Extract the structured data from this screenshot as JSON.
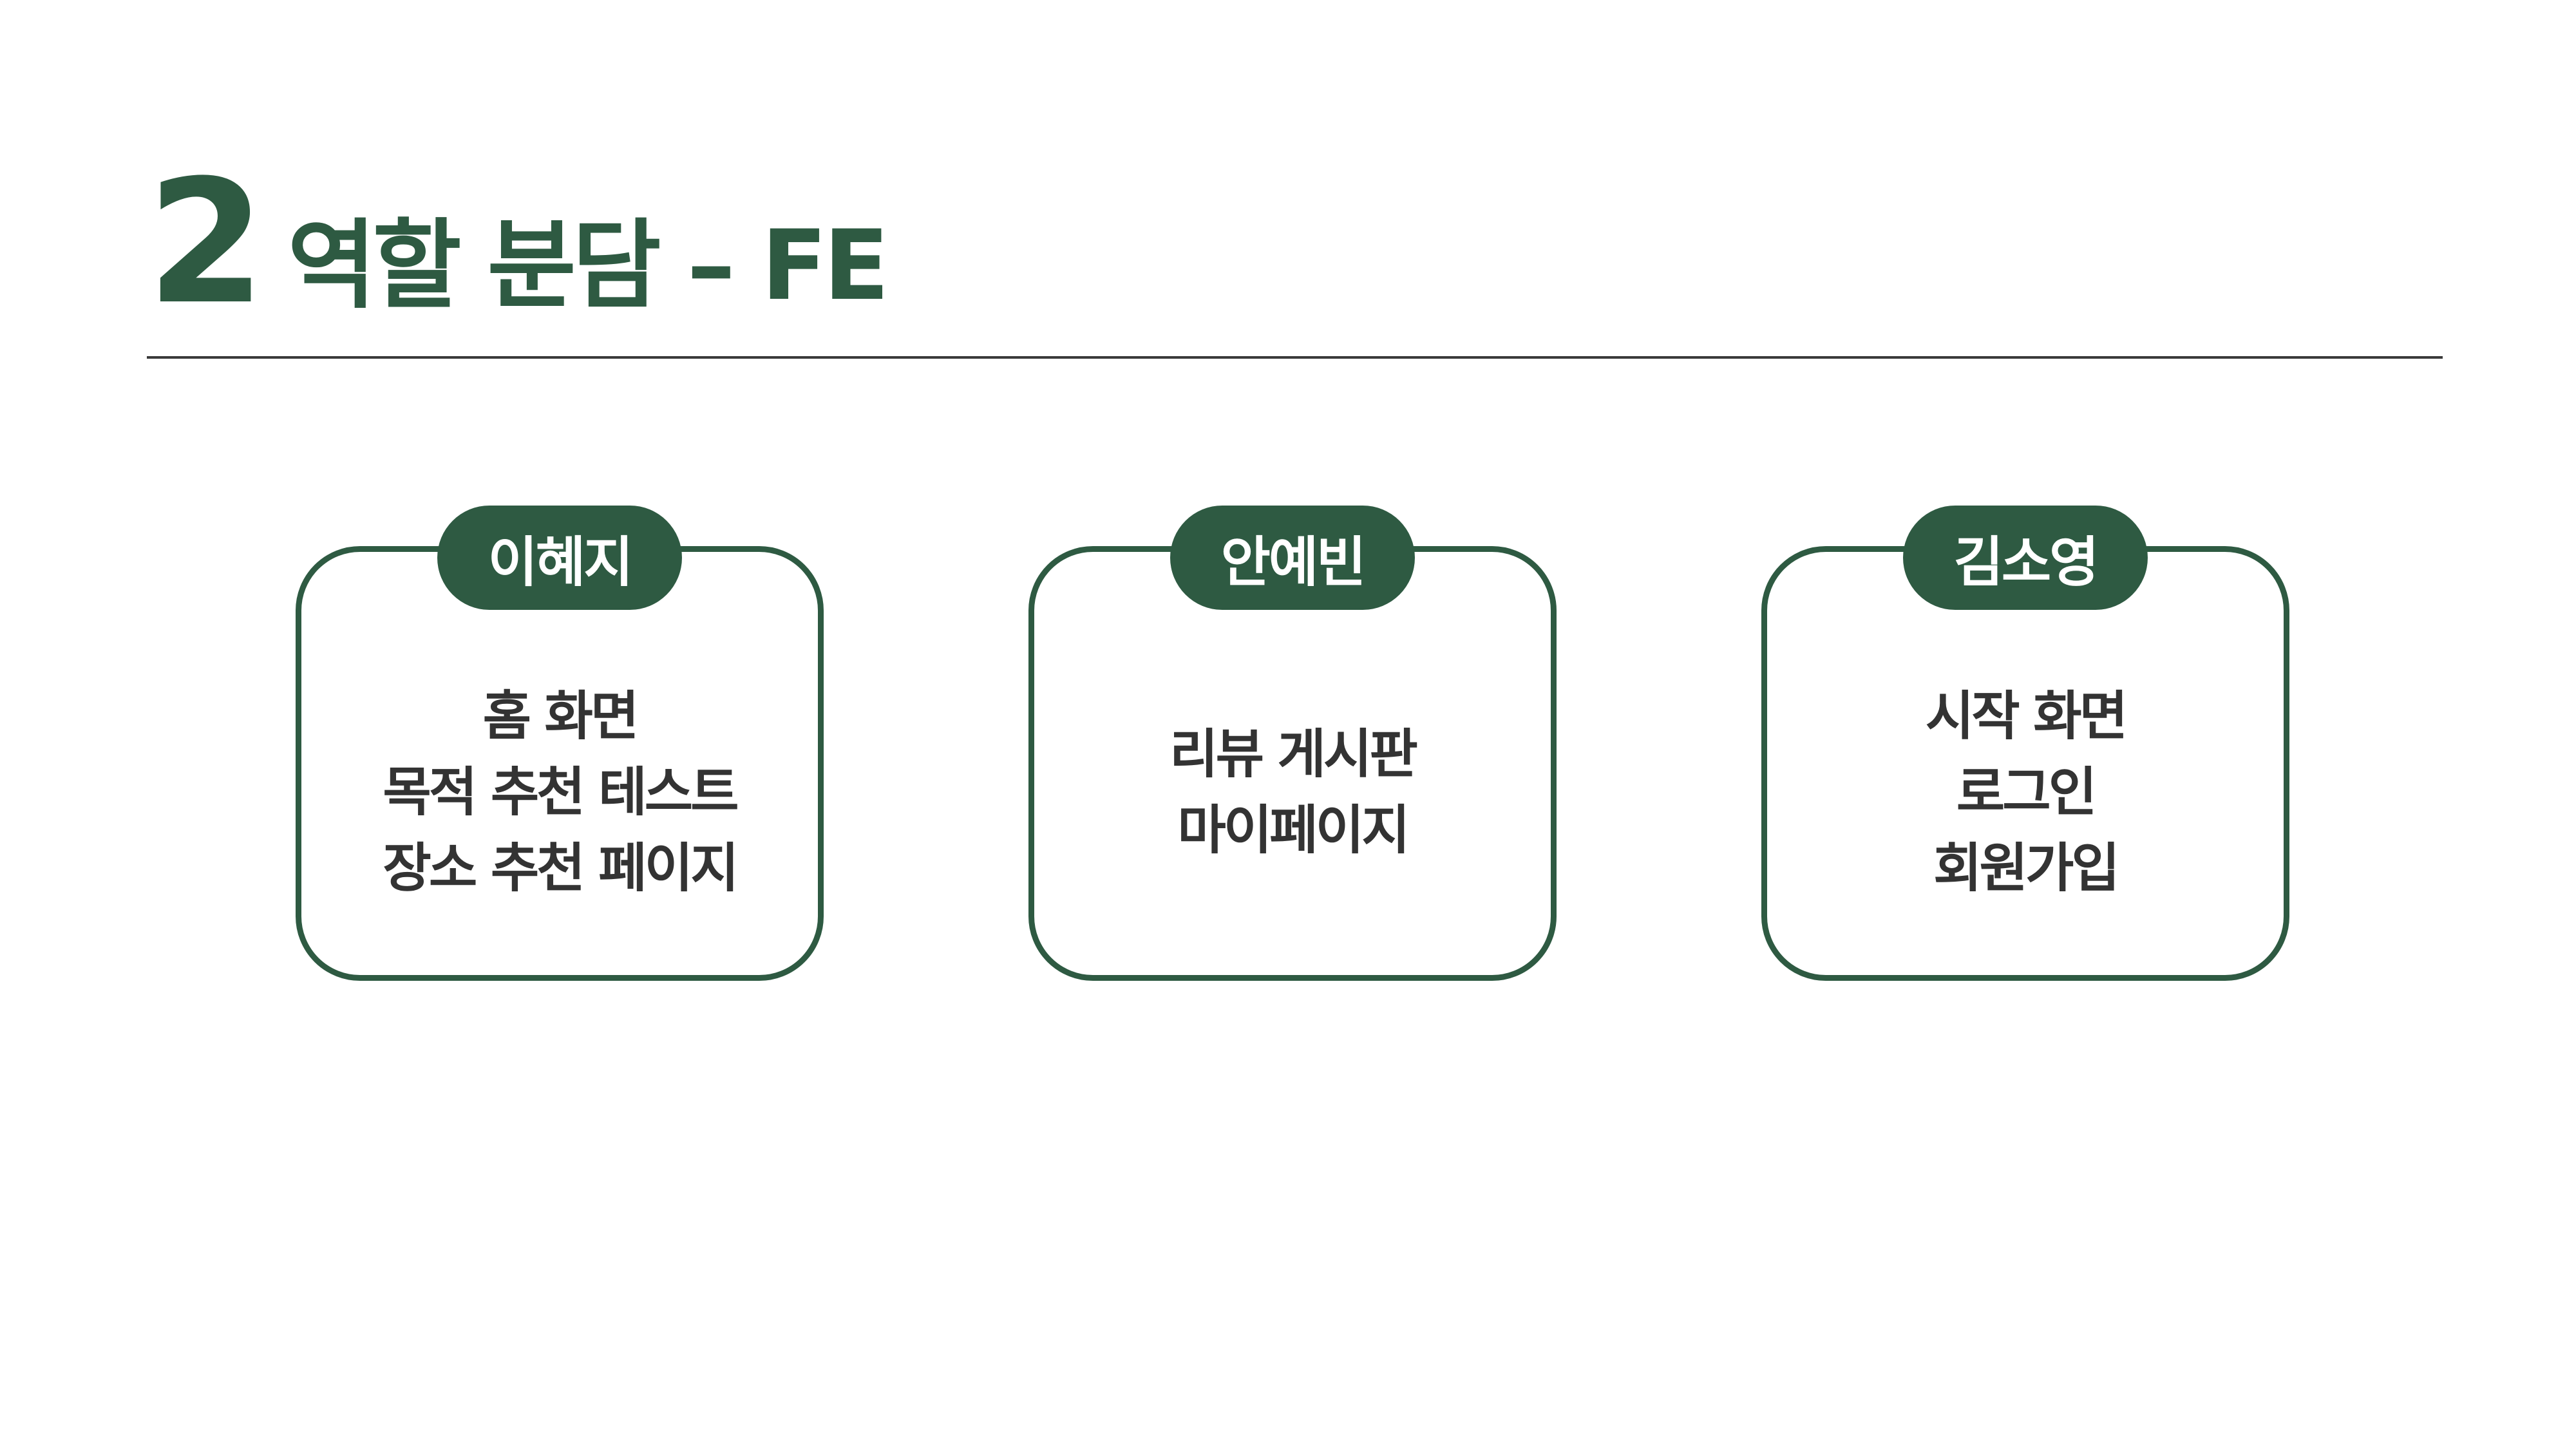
{
  "header": {
    "section_number": "2",
    "title": "역할 분담 – FE"
  },
  "members": [
    {
      "name": "이혜지",
      "tasks": [
        "홈 화면",
        "목적 추천 테스트",
        "장소 추천 페이지"
      ]
    },
    {
      "name": "안예빈",
      "tasks": [
        "리뷰 게시판",
        "마이페이지"
      ]
    },
    {
      "name": "김소영",
      "tasks": [
        "시작 화면",
        "로그인",
        "회원가입"
      ]
    }
  ],
  "colors": {
    "accent": "#2e5a42",
    "text": "#333333",
    "divider": "#3a3a3a",
    "background": "#ffffff"
  }
}
